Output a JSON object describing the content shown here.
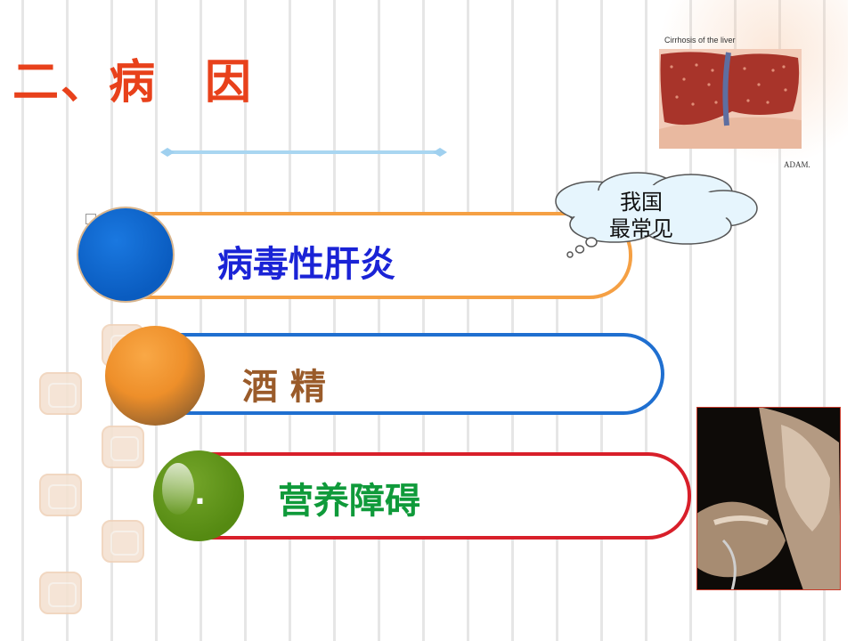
{
  "slide": {
    "title": "二、病　因",
    "causes": [
      {
        "label": "病毒性肝炎",
        "color": "#1a23d6"
      },
      {
        "label": "酒 精",
        "color": "#9a5b2a"
      },
      {
        "label": "营养障碍",
        "color": "#0f9a3a"
      }
    ],
    "third_circle_mark": ".",
    "callout": {
      "line1": "我国",
      "line2": "最常见"
    },
    "liver_image": {
      "caption": "Cirrhosis of the liver",
      "credit": "ADAM."
    },
    "colors": {
      "title": "#e8411b",
      "pill_orange": "#f5a044",
      "pill_blue": "#1f6fd0",
      "pill_red": "#d81f2a",
      "circle_blue": "#0a63c8",
      "circle_orange": "#f0922a",
      "circle_green": "#5a8f17"
    }
  }
}
